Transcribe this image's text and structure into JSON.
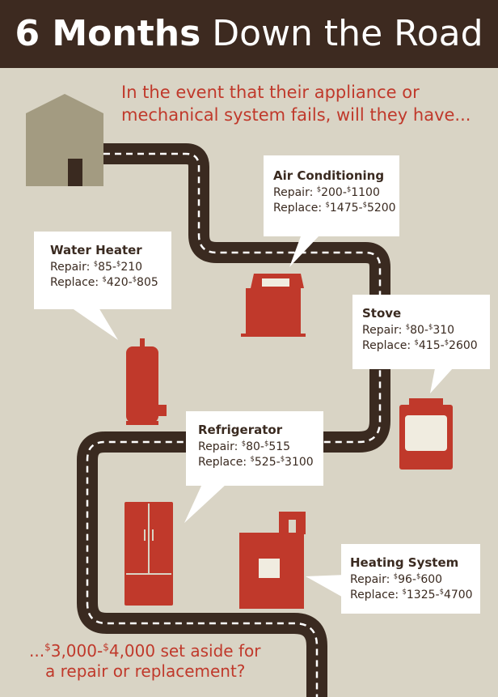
{
  "title": {
    "bold": "6 Months",
    "rest": " Down the Road"
  },
  "intro_line1": "In the event that their appliance or",
  "intro_line2": "mechanical system fails, will they have...",
  "outro": {
    "pre": "...",
    "d1": "$",
    "a1": "3,000-",
    "d2": "$",
    "a2": "4,000 set aside for",
    "line2": "a repair or replacement?"
  },
  "colors": {
    "header": "#3d2a20",
    "background": "#d9d4c5",
    "accent": "#c0392b",
    "road": "#3a2a20",
    "house": "#a39b81"
  },
  "appliances": [
    {
      "id": "ac",
      "title": "Air Conditioning",
      "repair_label": "Repair: ",
      "repair_low": "200",
      "repair_high": "1100",
      "replace_label": "Replace: ",
      "replace_low": "1475",
      "replace_high": "5200",
      "icon": "air-conditioner-icon"
    },
    {
      "id": "wh",
      "title": "Water Heater",
      "repair_label": "Repair: ",
      "repair_low": "85",
      "repair_high": "210",
      "replace_label": "Replace: ",
      "replace_low": "420",
      "replace_high": "805",
      "icon": "water-heater-icon"
    },
    {
      "id": "stove",
      "title": "Stove",
      "repair_label": "Repair: ",
      "repair_low": "80",
      "repair_high": "310",
      "replace_label": "Replace: ",
      "replace_low": "415",
      "replace_high": "2600",
      "icon": "stove-icon"
    },
    {
      "id": "fridge",
      "title": "Refrigerator",
      "repair_label": "Repair: ",
      "repair_low": "80",
      "repair_high": "515",
      "replace_label": "Replace: ",
      "replace_low": "525",
      "replace_high": "3100",
      "icon": "refrigerator-icon"
    },
    {
      "id": "heat",
      "title": "Heating System",
      "repair_label": "Repair: ",
      "repair_low": "96",
      "repair_high": "600",
      "replace_label": "Replace: ",
      "replace_low": "1325",
      "replace_high": "4700",
      "icon": "furnace-icon"
    }
  ]
}
